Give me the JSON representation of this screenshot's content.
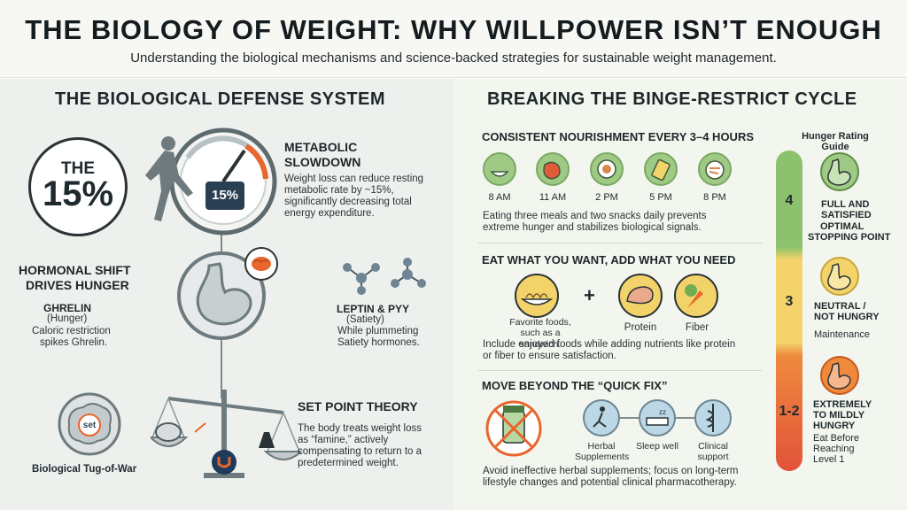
{
  "title": "THE BIOLOGY OF WEIGHT: WHY WILLPOWER ISN’T ENOUGH",
  "subtitle": "Understanding the biological mechanisms and science-backed strategies for sustainable weight management.",
  "left": {
    "heading": "THE BIOLOGICAL DEFENSE SYSTEM",
    "badge": {
      "line1": "THE",
      "line2": "15%"
    },
    "gauge_value": "15%",
    "metabolic": {
      "title_line1": "METABOLIC",
      "title_line2": "SLOWDOWN",
      "desc_line1": "Weight loss can reduce resting",
      "desc_line2": "metabolic rate by ~15%,",
      "desc_line3": "significantly decreasing total",
      "desc_line4": "energy expenditure."
    },
    "hormonal": {
      "title_line1": "HORMONAL SHIFT",
      "title_line2": "DRIVES HUNGER",
      "ghrelin_title": "GHRELIN",
      "ghrelin_sub": "(Hunger)",
      "ghrelin_line1": "Caloric restriction",
      "ghrelin_line2": "spikes Ghrelin.",
      "leptin_title": "LEPTIN & PYY",
      "leptin_sub": "(Satiety)",
      "leptin_line1": "While plummeting",
      "leptin_line2": "Satiety hormones."
    },
    "setpoint": {
      "title": "SET POINT THEORY",
      "desc_line1": "The body treats weight loss",
      "desc_line2": "as “famine,” actively",
      "desc_line3": "compensating to return to a",
      "desc_line4": "predetermined weight.",
      "brain_label": "set",
      "tug_label": "Biological Tug-of-War"
    }
  },
  "right": {
    "heading": "BREAKING THE BINGE-RESTRICT CYCLE",
    "nourish": {
      "title": "CONSISTENT NOURISHMENT EVERY 3–4 HOURS",
      "times": [
        "8 AM",
        "11 AM",
        "2 PM",
        "5 PM",
        "8 PM"
      ],
      "desc_line1": "Eating three meals and two snacks daily prevents",
      "desc_line2": "extreme hunger and stabilizes biological signals."
    },
    "eat": {
      "title": "EAT WHAT YOU WANT, ADD WHAT YOU NEED",
      "fav_line1": "Favorite foods,",
      "fav_line2": "such as a sandwich.",
      "plus": "+",
      "protein": "Protein",
      "fiber": "Fiber",
      "desc_line1": "Include enjoyed foods while adding nutrients like protein",
      "desc_line2": "or fiber to ensure satisfaction."
    },
    "quickfix": {
      "title": "MOVE BEYOND THE “QUICK FIX”",
      "herbal_line1": "Herbal",
      "herbal_line2": "Supplements",
      "sleep": "Sleep well",
      "clinical_line1": "Clinical",
      "clinical_line2": "support",
      "desc_line1": "Avoid ineffective herbal supplements; focus on long-term",
      "desc_line2": "lifestyle changes and potential clinical pharmacotherapy."
    },
    "hunger": {
      "title_line1": "Hunger Rating",
      "title_line2": "Guide",
      "levels": [
        {
          "num": "4",
          "label_line1": "FULL AND",
          "label_line2": "SATISFIED",
          "note_line1": "OPTIMAL",
          "note_line2": "STOPPING POINT"
        },
        {
          "num": "3",
          "label_line1": "NEUTRAL /",
          "label_line2": "NOT HUNGRY",
          "note_line1": "Maintenance"
        },
        {
          "num": "1-2",
          "label_line1": "EXTREMELY",
          "label_line2": "TO MILDLY",
          "label_line3": "HUNGRY",
          "note_line1": "Eat Before",
          "note_line2": "Reaching",
          "note_line3": "Level 1"
        }
      ]
    }
  },
  "colors": {
    "green": "#8cc26e",
    "yellow": "#f3d36a",
    "orange": "#ef8a3d",
    "red": "#e2533a",
    "accent_orange": "#e9662c"
  }
}
